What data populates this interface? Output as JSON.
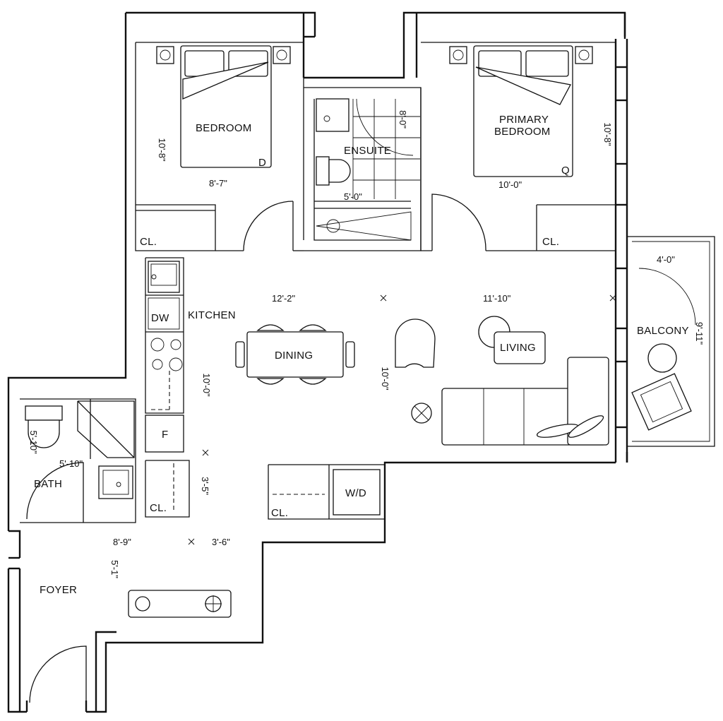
{
  "rooms": {
    "bedroom": "BEDROOM",
    "primary_bedroom_line1": "PRIMARY",
    "primary_bedroom_line2": "BEDROOM",
    "ensuite": "ENSUITE",
    "kitchen": "KITCHEN",
    "dining": "DINING",
    "living": "LIVING",
    "balcony": "BALCONY",
    "bath": "BATH",
    "foyer": "FOYER",
    "closet_bedroom": "CL.",
    "closet_primary": "CL.",
    "closet_kitchen": "CL.",
    "closet_laundry": "CL."
  },
  "fixtures": {
    "dishwasher": "DW",
    "fridge": "F",
    "washer_dryer": "W/D",
    "bed_double": "D",
    "bed_queen": "Q"
  },
  "dimensions": {
    "bedroom_depth": "10'-8\"",
    "bedroom_width": "8'-7\"",
    "ensuite_length": "8'-0\"",
    "ensuite_width": "5'-0\"",
    "primary_depth": "10'-8\"",
    "primary_width": "10'-0\"",
    "dining_width": "12'-2\"",
    "living_width": "11'-10\"",
    "dining_depth": "10'-0\"",
    "kitchen_depth": "10'-0\"",
    "balcony_width": "4'-0\"",
    "balcony_depth": "9'-11\"",
    "bath_depth": "5'-10\"",
    "bath_width": "5'-10\"",
    "foyer_width": "8'-9\"",
    "hall_width": "3'-6\"",
    "closet_depth": "3'-5\"",
    "foyer_depth": "5'-1\""
  }
}
